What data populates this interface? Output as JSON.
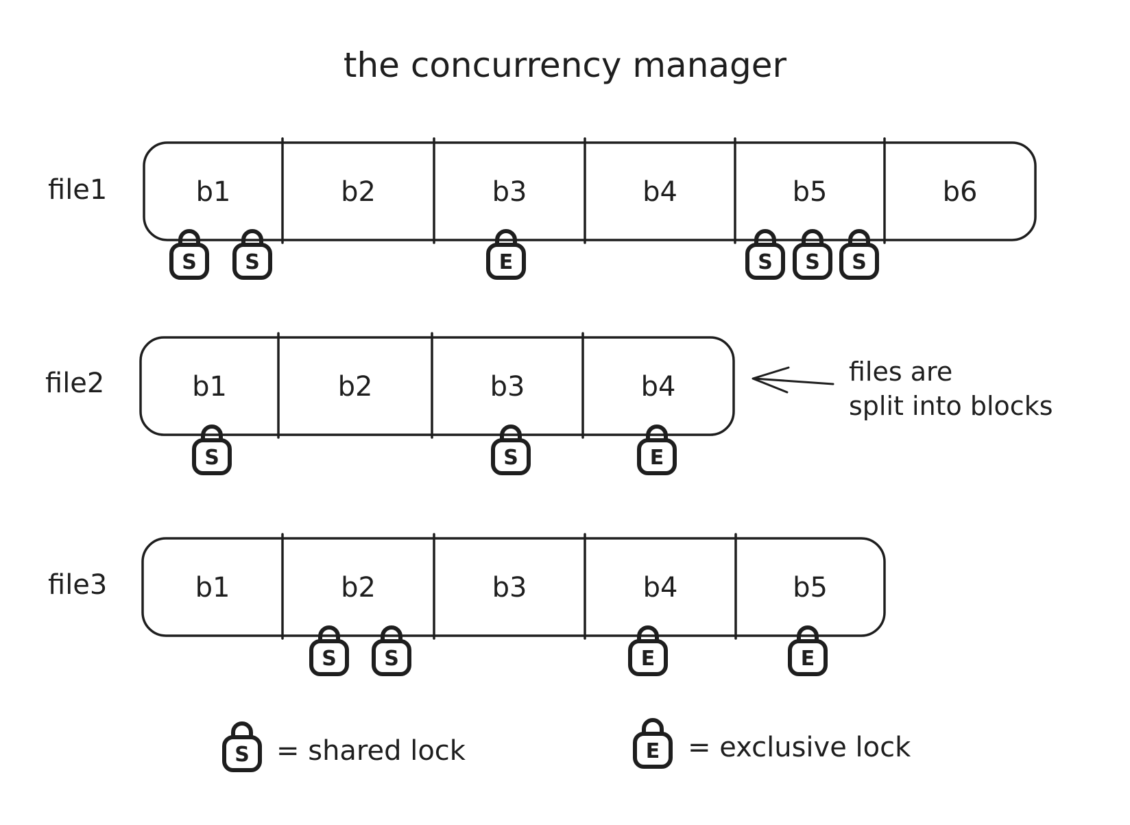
{
  "title": "the concurrency manager",
  "files": [
    {
      "label": "file1",
      "blocks": [
        {
          "label": "b1",
          "locks": [
            "S",
            "S"
          ]
        },
        {
          "label": "b2",
          "locks": []
        },
        {
          "label": "b3",
          "locks": [
            "E"
          ]
        },
        {
          "label": "b4",
          "locks": []
        },
        {
          "label": "b5",
          "locks": [
            "S",
            "S",
            "S"
          ]
        },
        {
          "label": "b6",
          "locks": []
        }
      ]
    },
    {
      "label": "file2",
      "blocks": [
        {
          "label": "b1",
          "locks": [
            "S"
          ]
        },
        {
          "label": "b2",
          "locks": []
        },
        {
          "label": "b3",
          "locks": [
            "S"
          ]
        },
        {
          "label": "b4",
          "locks": [
            "E"
          ]
        }
      ]
    },
    {
      "label": "file3",
      "blocks": [
        {
          "label": "b1",
          "locks": []
        },
        {
          "label": "b2",
          "locks": [
            "S",
            "S"
          ]
        },
        {
          "label": "b3",
          "locks": []
        },
        {
          "label": "b4",
          "locks": [
            "E"
          ]
        },
        {
          "label": "b5",
          "locks": [
            "E"
          ]
        }
      ]
    }
  ],
  "annotation": {
    "line1": "files are",
    "line2": "split into blocks"
  },
  "legend": {
    "shared": {
      "letter": "S",
      "text": "= shared lock"
    },
    "exclusive": {
      "letter": "E",
      "text": "= exclusive lock"
    }
  },
  "colors": {
    "stroke": "#1e1e1e",
    "background": "#ffffff"
  }
}
